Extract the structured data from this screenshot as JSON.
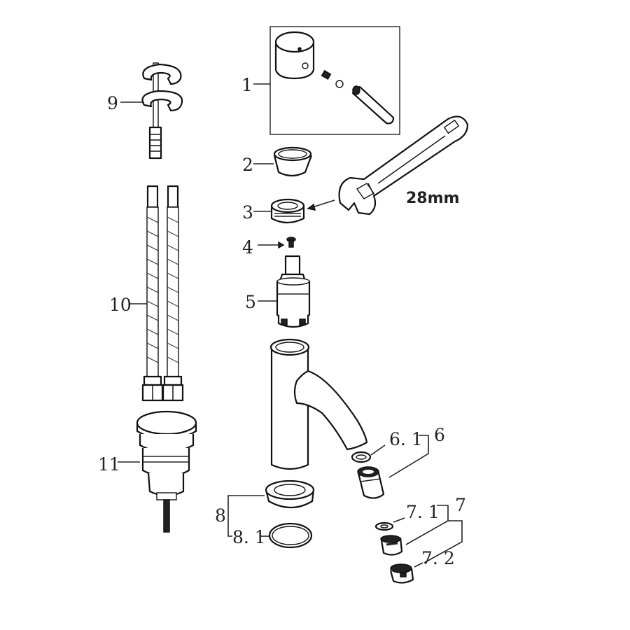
{
  "labels": {
    "p1": "1",
    "p2": "2",
    "p3": "3",
    "p4": "4",
    "p5": "5",
    "p6": "6",
    "p6_1": "6. 1",
    "p7": "7",
    "p7_1": "7. 1",
    "p7_2": "7. 2",
    "p8": "8",
    "p8_1": "8. 1",
    "p9": "9",
    "p10": "10",
    "p11": "11",
    "wrench_size": "28mm"
  }
}
